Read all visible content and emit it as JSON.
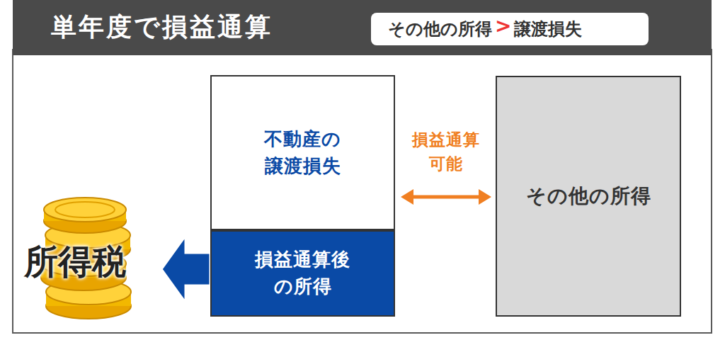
{
  "diagram": {
    "title": "単年度で損益通算",
    "nodes": [
      {
        "text": [
          "不動産の 譲渡損失"
        ]
      },
      {
        "text": [
          "損益通算後 の所得"
        ]
      },
      {
        "text": [
          "その他の所得"
        ]
      }
    ],
    "edges": [
      {
        "from": 0,
        "to": 2,
        "label": "損益通算 可能",
        "arrow": "both"
      }
    ],
    "labels": [
      "その他の所得",
      ">",
      "譲渡損失",
      "所得税"
    ]
  }
}
